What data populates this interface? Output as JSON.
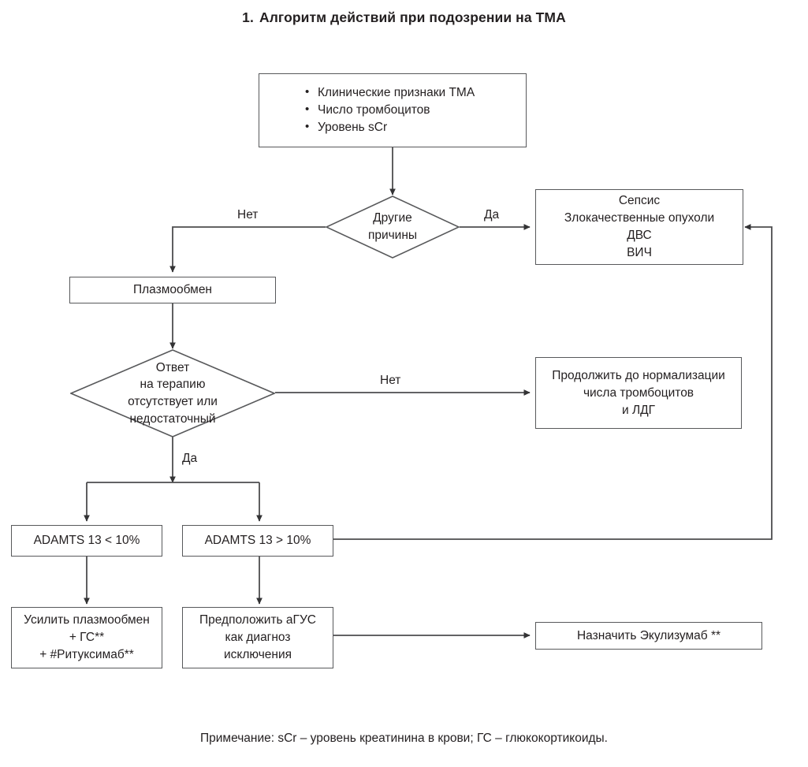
{
  "title": {
    "number": "1.",
    "text": "Алгоритм действий при подозрении на ТМА"
  },
  "footnote": {
    "text": "Примечание: sCr – уровень креатинина в крови; ГС – глюкокортикоиды."
  },
  "colors": {
    "border": "#58595b",
    "text": "#231f20",
    "background": "#ffffff",
    "connector": "#4d4d4f"
  },
  "nodes": {
    "initial_assessment": {
      "type": "process",
      "lines": [
        "Клинические признаки ТМА",
        "Число тромбоцитов",
        "Уровень sCr"
      ]
    },
    "other_causes": {
      "type": "decision",
      "lines": [
        "Другие",
        "причины"
      ]
    },
    "secondary_causes": {
      "type": "process",
      "lines": [
        "Сепсис",
        "Злокачественные опухоли",
        "ДВС",
        "ВИЧ"
      ]
    },
    "plasma_exchange": {
      "type": "process",
      "lines": [
        "Плазмообмен"
      ]
    },
    "response_absent": {
      "type": "decision",
      "lines": [
        "Ответ",
        "на терапию",
        "отсутствует или",
        "недостаточный"
      ]
    },
    "continue_until_normal": {
      "type": "process",
      "lines": [
        "Продолжить до нормализации",
        "числа тромбоцитов",
        "и ЛДГ"
      ]
    },
    "adamts_low": {
      "type": "process",
      "lines": [
        "ADAMTS 13 < 10%"
      ]
    },
    "adamts_high": {
      "type": "process",
      "lines": [
        "ADAMTS 13 > 10%"
      ]
    },
    "intensify_plasma": {
      "type": "process",
      "lines": [
        "Усилить плазмообмен",
        "+ ГС**",
        "+ #Ритуксимаб**"
      ]
    },
    "assume_ahus": {
      "type": "process",
      "lines": [
        "Предположить аГУС",
        "как диагноз",
        "исключения"
      ]
    },
    "prescribe_eculizumab": {
      "type": "process",
      "lines": [
        "Назначить Экулизумаб **"
      ]
    }
  },
  "edge_labels": {
    "other_causes_no": "Нет",
    "other_causes_yes": "Да",
    "response_no": "Нет",
    "response_yes": "Да"
  }
}
